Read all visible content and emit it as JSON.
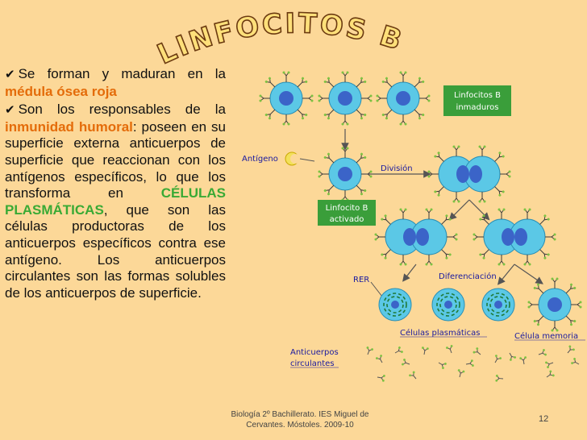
{
  "title": "LINFOCITOS B",
  "bullets": {
    "b1_part1": "Se forman y maduran en la ",
    "b1_bold": "médula ósea roja",
    "b2_part1": "Son los responsables de la ",
    "b2_bold": "inmunidad humoral",
    "b2_part2": ": poseen en su superficie externa anticuerpos de superficie que reaccionan con los antígenos específicos, lo que los transforma en ",
    "b2_bold2": "CÉLULAS PLASMÁTICAS",
    "b2_part3": ", que son las células productoras de los anticuerpos específicos contra ese antígeno. Los anticuerpos circulantes son las formas solubles de los anticuerpos de superficie."
  },
  "diagram": {
    "box_inmaduros_1": "Linfocitos B",
    "box_inmaduros_2": "inmaduros",
    "antigeno": "Antígeno",
    "division": "División",
    "box_activado_1": "Linfocito B",
    "box_activado_2": "activado",
    "rer": "RER",
    "diferenciacion": "Diferenciación",
    "celulas_plasmaticas": "Células plasmáticas",
    "celula_memoria": "Célula memoria",
    "anticuerpos_1": "Anticuerpos",
    "anticuerpos_2": "circulantes"
  },
  "footer": {
    "line1": "Biología 2º Bachillerato. IES Miguel de",
    "line2": "Cervantes. Móstoles. 2009-10",
    "page": "12"
  },
  "colors": {
    "background": "#fcd898",
    "accent_orange": "#e46c0a",
    "accent_green": "#3aaa35",
    "box_green": "#3a9e3a",
    "cell_blue": "#5bc8e6",
    "nucleus_blue": "#3b64c8"
  }
}
